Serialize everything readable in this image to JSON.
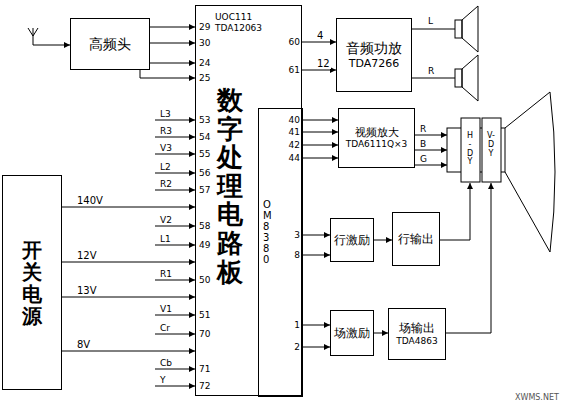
{
  "diagram": {
    "nodes": [
      {
        "text": [
          "高频头"
        ]
      },
      {
        "text": [
          "UOC111 TDA12063",
          "数字处理电路板"
        ]
      },
      {
        "text": [
          "OM8380"
        ],
        "in": 1
      },
      {
        "text": [
          "音频功放",
          "TDA7266"
        ]
      },
      {
        "text": [
          "视频放大",
          "TDA6111Q×3"
        ]
      },
      {
        "text": [
          "行激励"
        ]
      },
      {
        "text": [
          "行输出"
        ]
      },
      {
        "text": [
          "场激励"
        ]
      },
      {
        "text": [
          "场输出",
          "TDA4863"
        ]
      },
      {
        "text": [
          "开关电源"
        ]
      }
    ],
    "edges": [
      {
        "from": 0,
        "to": 1,
        "arrow": "to"
      },
      {
        "from": 0,
        "to": 1,
        "arrow": "to"
      },
      {
        "from": 0,
        "to": 1,
        "arrow": "to"
      },
      {
        "from": 0,
        "to": 1,
        "arrow": "to"
      },
      {
        "from": 1,
        "to": 3,
        "label": "4",
        "arrow": "to"
      },
      {
        "from": 1,
        "to": 3,
        "label": "12",
        "arrow": "to"
      },
      {
        "from": 2,
        "to": 4,
        "arrow": "to"
      },
      {
        "from": 2,
        "to": 4,
        "arrow": "to"
      },
      {
        "from": 2,
        "to": 4,
        "arrow": "to"
      },
      {
        "from": 2,
        "to": 4,
        "arrow": "to"
      },
      {
        "from": 2,
        "to": 5,
        "arrow": "to"
      },
      {
        "from": 2,
        "to": 5,
        "arrow": "to"
      },
      {
        "from": 5,
        "to": 6,
        "arrow": "to"
      },
      {
        "from": 2,
        "to": 7,
        "arrow": "to"
      },
      {
        "from": 2,
        "to": 7,
        "arrow": "to"
      },
      {
        "from": 7,
        "to": 8,
        "arrow": "to"
      },
      {
        "from": 9,
        "to": 1,
        "label": "140V",
        "arrow": "to"
      },
      {
        "from": 9,
        "to": 1,
        "label": "12V",
        "arrow": "to"
      },
      {
        "from": 9,
        "to": 1,
        "label": "13V",
        "arrow": "to"
      },
      {
        "from": 9,
        "to": 1,
        "label": "8V",
        "arrow": "to"
      }
    ],
    "labels": [
      "L",
      "R",
      "R",
      "B",
      "G",
      "H-DY",
      "V-DY",
      "29",
      "30",
      "24",
      "25",
      "60",
      "61",
      "40",
      "41",
      "42",
      "44",
      "3",
      "8",
      "1",
      "2",
      "L3",
      "53",
      "R3",
      "54",
      "V3",
      "55",
      "L2",
      "56",
      "R2",
      "57",
      "V2",
      "58",
      "L1",
      "49",
      "R1",
      "50",
      "V1",
      "51",
      "Cr",
      "70",
      "Cb",
      "71",
      "Y",
      "72",
      "XWMS.NET"
    ]
  }
}
